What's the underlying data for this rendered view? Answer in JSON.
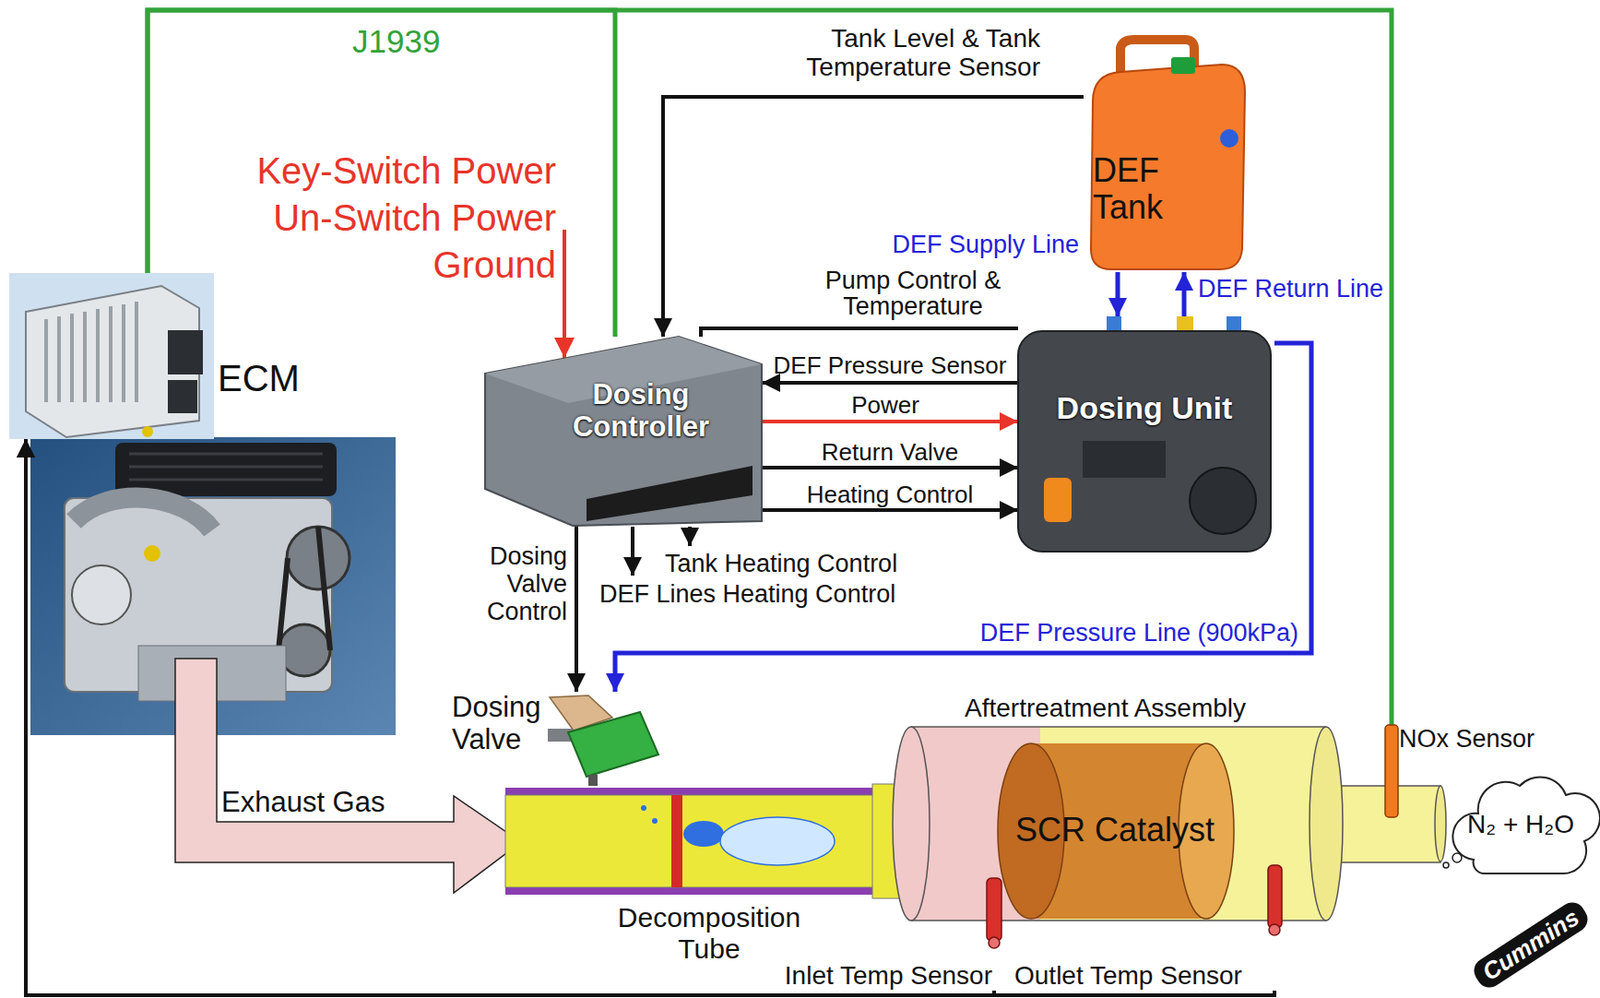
{
  "diagram": {
    "nodes": [
      {
        "text": [
          "ECM"
        ]
      },
      {
        "text": [
          "DEF Tank"
        ]
      },
      {
        "text": [
          "Dosing Controller"
        ]
      },
      {
        "text": [
          "Dosing Unit"
        ]
      },
      {
        "text": [
          "Dosing Valve"
        ]
      },
      {
        "text": [
          "Decomposition Tube"
        ]
      },
      {
        "text": [
          "Aftertreatment Assembly"
        ]
      },
      {
        "text": [
          "SCR Catalyst"
        ],
        "in": 6
      },
      {
        "text": [
          "NOx Sensor"
        ]
      },
      {
        "text": [
          "N₂ + H₂O"
        ]
      },
      {
        "text": [
          "Inlet Temp Sensor"
        ]
      },
      {
        "text": [
          "Outlet Temp Sensor"
        ]
      }
    ],
    "edges": [
      {
        "from": 0,
        "to": 2,
        "arrow": "none",
        "label": "J1939"
      },
      {
        "from": 0,
        "to": 8,
        "arrow": "none"
      },
      {
        "from": 1,
        "to": 2,
        "arrow": "to",
        "label": "Tank Level & Tank Temperature Sensor"
      },
      {
        "from": 2,
        "to": 3,
        "arrow": "none",
        "label": "Pump Control & Temperature"
      },
      {
        "from": 3,
        "to": 2,
        "arrow": "to",
        "label": "DEF Pressure Sensor"
      },
      {
        "from": 2,
        "to": 3,
        "arrow": "to",
        "label": "Power"
      },
      {
        "from": 2,
        "to": 3,
        "arrow": "to",
        "label": "Return Valve"
      },
      {
        "from": 2,
        "to": 3,
        "arrow": "to",
        "label": "Heating Control"
      },
      {
        "from": 2,
        "to": 4,
        "arrow": "to",
        "label": "Dosing Valve Control"
      },
      {
        "from": 1,
        "to": 3,
        "arrow": "to",
        "label": "DEF Supply Line"
      },
      {
        "from": 3,
        "to": 1,
        "arrow": "to",
        "label": "DEF Return Line"
      },
      {
        "from": 3,
        "to": 4,
        "arrow": "to",
        "label": "DEF Pressure Line (900kPa)"
      },
      {
        "from": 10,
        "to": 0,
        "arrow": "to"
      },
      {
        "from": 11,
        "to": 0,
        "arrow": "to"
      }
    ],
    "labels": [
      "Key-Switch Power",
      "Un-Switch Power",
      "Ground",
      "Tank Heating Control",
      "DEF Lines Heating Control",
      "Exhaust Gas",
      "Cummins"
    ]
  }
}
